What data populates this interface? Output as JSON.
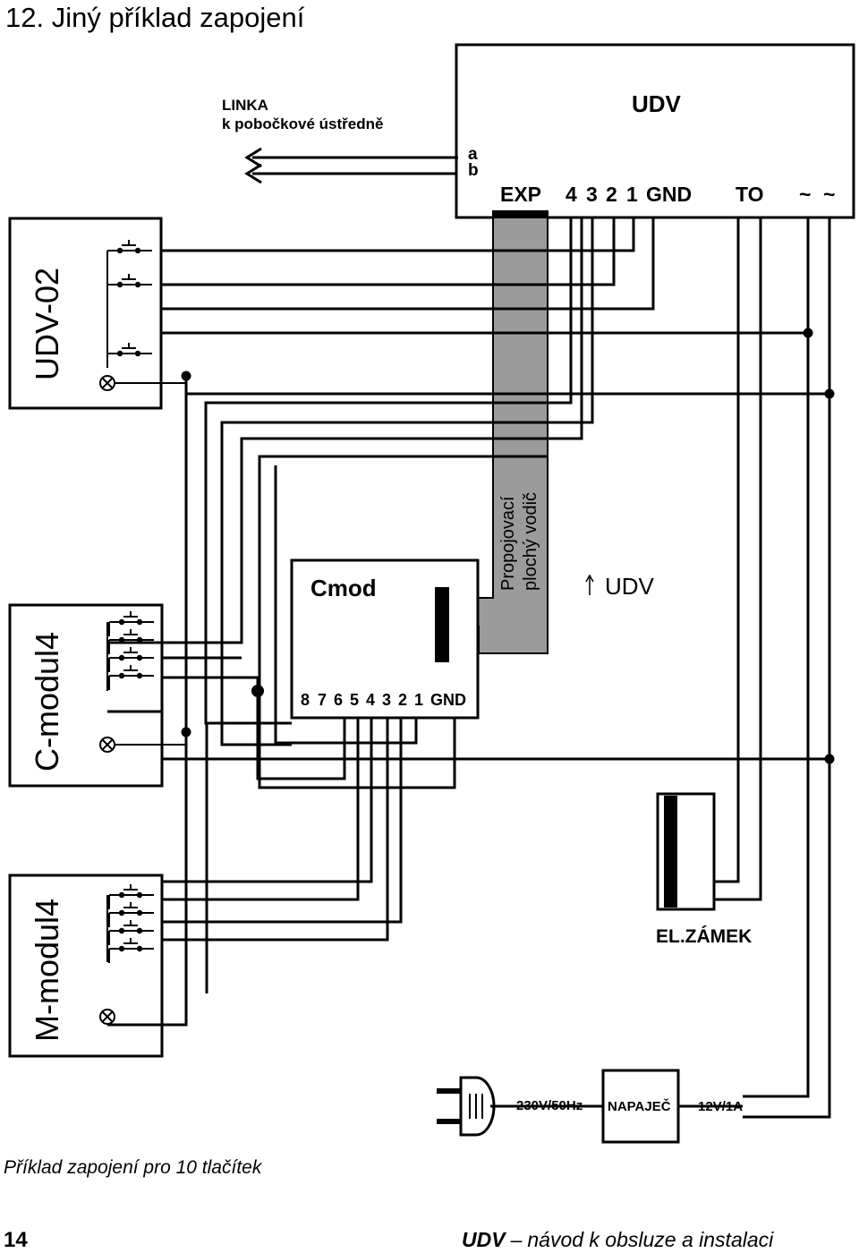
{
  "heading": "12. Jiný příklad zapojení",
  "line": {
    "title": "LINKA",
    "subtitle": "k pobočkové ústředně"
  },
  "udv": {
    "title": "UDV",
    "pin_a": "a",
    "pin_b": "b",
    "terminals": [
      "EXP",
      "4",
      "3",
      "2",
      "1",
      "GND",
      "TO",
      "~",
      "~"
    ]
  },
  "panels": {
    "udv02": "UDV-02",
    "cmodul": "C-modul4",
    "mmodul": "M-modul4"
  },
  "cmod": {
    "title": "Cmod",
    "terminals": [
      "8",
      "7",
      "6",
      "5",
      "4",
      "3",
      "2",
      "1",
      "GND"
    ]
  },
  "cable": {
    "line1": "Propojovací",
    "line2": "plochý vodič"
  },
  "arrow_label": "UDV",
  "lock_label": "EL.ZÁMEK",
  "power": {
    "mains": "230V/50Hz",
    "supply": "NAPAJEČ",
    "output": "12V/1A"
  },
  "caption": "Příklad zapojení pro 10 tlačítek",
  "footer": {
    "page_number": "14",
    "brand": "UDV",
    "dash": "–",
    "doc_title": "návod k obsluze a instalaci"
  }
}
